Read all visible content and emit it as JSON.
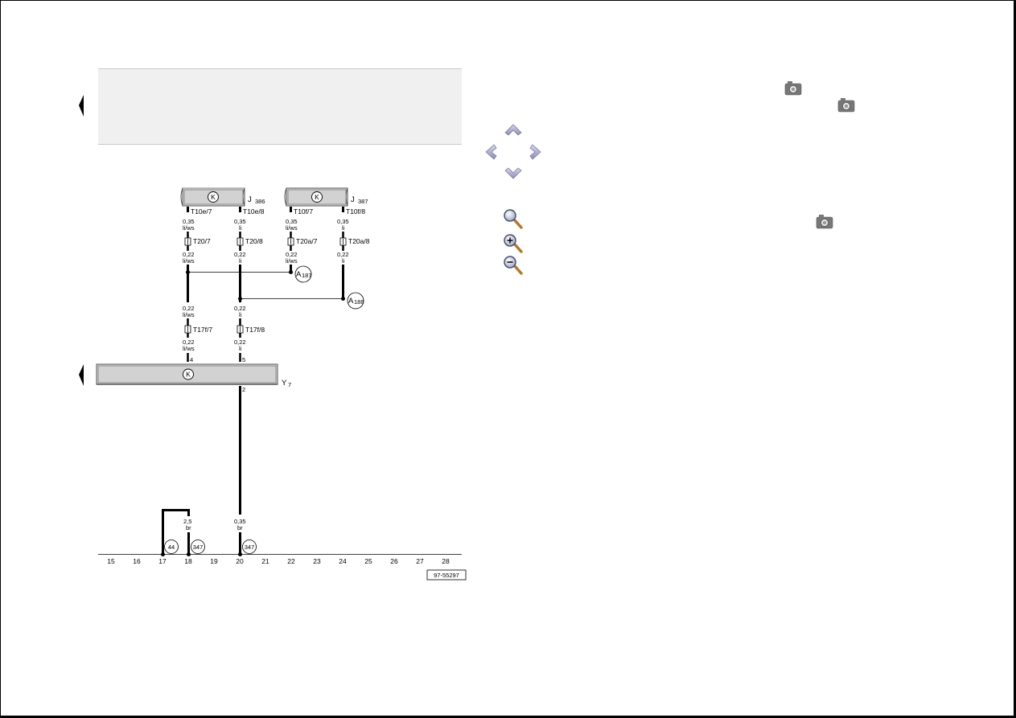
{
  "figure_ref": "97-55297",
  "components": {
    "j386": {
      "letter": "K",
      "label_main": "J",
      "label_sub": "386"
    },
    "j387": {
      "letter": "K",
      "label_main": "J",
      "label_sub": "387"
    },
    "y7": {
      "letter": "K",
      "label_main": "Y",
      "label_sub": "7"
    }
  },
  "connectors": {
    "t10e7": "T10e/7",
    "t10e8": "T10e/8",
    "t10f7": "T10f/7",
    "t10f8": "T10f/8",
    "t20_7": "T20/7",
    "t20_8": "T20/8",
    "t20a7": "T20a/7",
    "t20a8": "T20a/8",
    "t17f7": "T17f/7",
    "t17f8": "T17f/8",
    "y7_pin4": "4",
    "y7_pin5": "5",
    "y7_pin2": "2"
  },
  "wires": {
    "w1a": {
      "size": "0,35",
      "color": "li/ws"
    },
    "w1b": {
      "size": "0,35",
      "color": "li"
    },
    "w1c": {
      "size": "0,35",
      "color": "li/ws"
    },
    "w1d": {
      "size": "0,35",
      "color": "li"
    },
    "w2a": {
      "size": "0,22",
      "color": "li/ws"
    },
    "w2b": {
      "size": "0,22",
      "color": "li"
    },
    "w2c": {
      "size": "0,22",
      "color": "li/ws"
    },
    "w2d": {
      "size": "0,22",
      "color": "li"
    },
    "w3a": {
      "size": "0,22",
      "color": "li/ws"
    },
    "w3b": {
      "size": "0,22",
      "color": "li"
    },
    "w4a": {
      "size": "0,22",
      "color": "li/ws"
    },
    "w4b": {
      "size": "0,22",
      "color": "li"
    },
    "w5a": {
      "size": "2,5",
      "color": "br"
    },
    "w5b": {
      "size": "0,35",
      "color": "br"
    }
  },
  "splices": {
    "a187": {
      "main": "A",
      "sub": "187"
    },
    "a188": {
      "main": "A",
      "sub": "188"
    }
  },
  "grounds": {
    "g44": "44",
    "g347a": "347",
    "g347b": "347"
  },
  "columns": [
    "15",
    "16",
    "17",
    "18",
    "19",
    "20",
    "21",
    "22",
    "23",
    "24",
    "25",
    "26",
    "27",
    "28"
  ],
  "controls": {
    "nav_up": "chevron-up-icon",
    "nav_left": "chevron-left-icon",
    "nav_right": "chevron-right-icon",
    "nav_down": "chevron-down-icon",
    "zoom": "magnifier-icon",
    "zoom_in": "zoom-in-icon",
    "zoom_out": "zoom-out-icon",
    "camera": "camera-icon"
  },
  "colors": {
    "panel": "#f0f0f0",
    "component_fill": "#dcdcdc",
    "wire": "#000000",
    "nav_arrow": "#a9a9c9",
    "camera": "#777777"
  }
}
